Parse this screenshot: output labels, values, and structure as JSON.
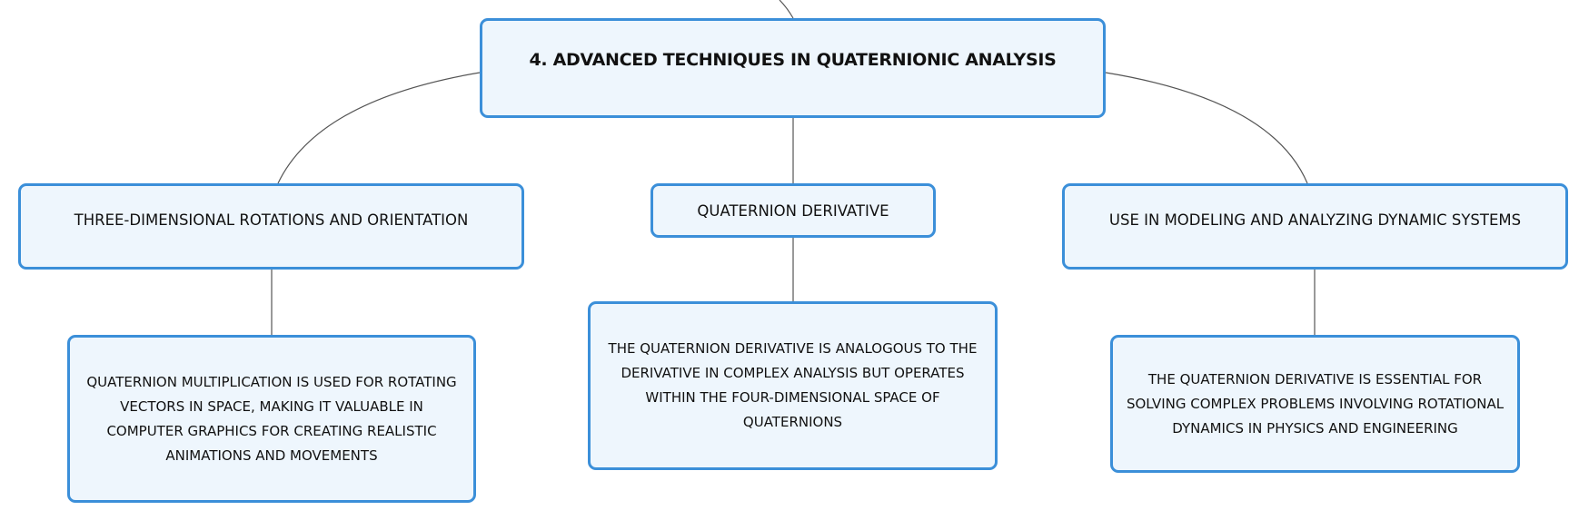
{
  "root": {
    "title": "4. ADVANCED TECHNIQUES IN QUATERNIONIC ANALYSIS"
  },
  "branches": [
    {
      "title": "THREE-DIMENSIONAL ROTATIONS AND ORIENTATION",
      "detail": "QUATERNION MULTIPLICATION IS USED FOR ROTATING VECTORS IN SPACE, MAKING IT VALUABLE IN COMPUTER GRAPHICS FOR CREATING REALISTIC ANIMATIONS AND MOVEMENTS"
    },
    {
      "title": "QUATERNION DERIVATIVE",
      "detail": "THE QUATERNION DERIVATIVE IS ANALOGOUS TO THE DERIVATIVE IN COMPLEX ANALYSIS BUT OPERATES WITHIN THE FOUR-DIMENSIONAL SPACE OF QUATERNIONS"
    },
    {
      "title": "USE IN MODELING AND ANALYZING DYNAMIC SYSTEMS",
      "detail": "THE QUATERNION DERIVATIVE IS ESSENTIAL FOR SOLVING COMPLEX PROBLEMS INVOLVING ROTATIONAL DYNAMICS IN PHYSICS AND ENGINEERING"
    }
  ],
  "colors": {
    "border": "#3b8fd9",
    "fill": "#eef6fd",
    "line": "#555555"
  }
}
